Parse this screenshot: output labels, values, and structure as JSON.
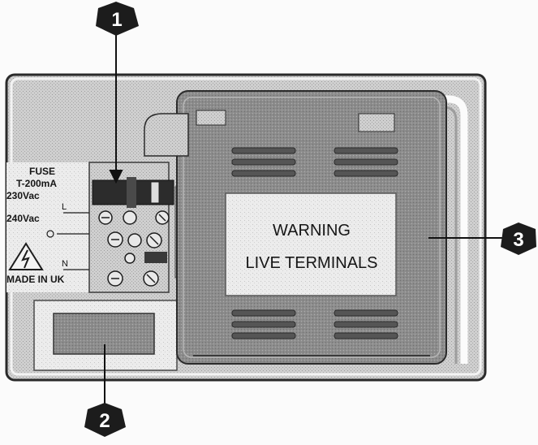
{
  "fuse_panel": {
    "fuse_title": "FUSE",
    "fuse_rating": "T-200mA",
    "voltage_1": "230Vac",
    "terminal_l": "L",
    "voltage_2": "240Vac",
    "terminal_n": "N",
    "made_in": "MADE IN UK"
  },
  "warning_label": {
    "line1": "WARNING",
    "line2": "LIVE TERMINALS"
  },
  "callouts": {
    "c1": "1",
    "c2": "2",
    "c3": "3"
  },
  "colors": {
    "ink": "#161616",
    "panel_bg": "#d8d8d8",
    "cover_bg": "#8f8f8f",
    "label_bg": "#efefef",
    "callout_bg": "#1c1c1c",
    "callout_fg": "#ffffff"
  }
}
